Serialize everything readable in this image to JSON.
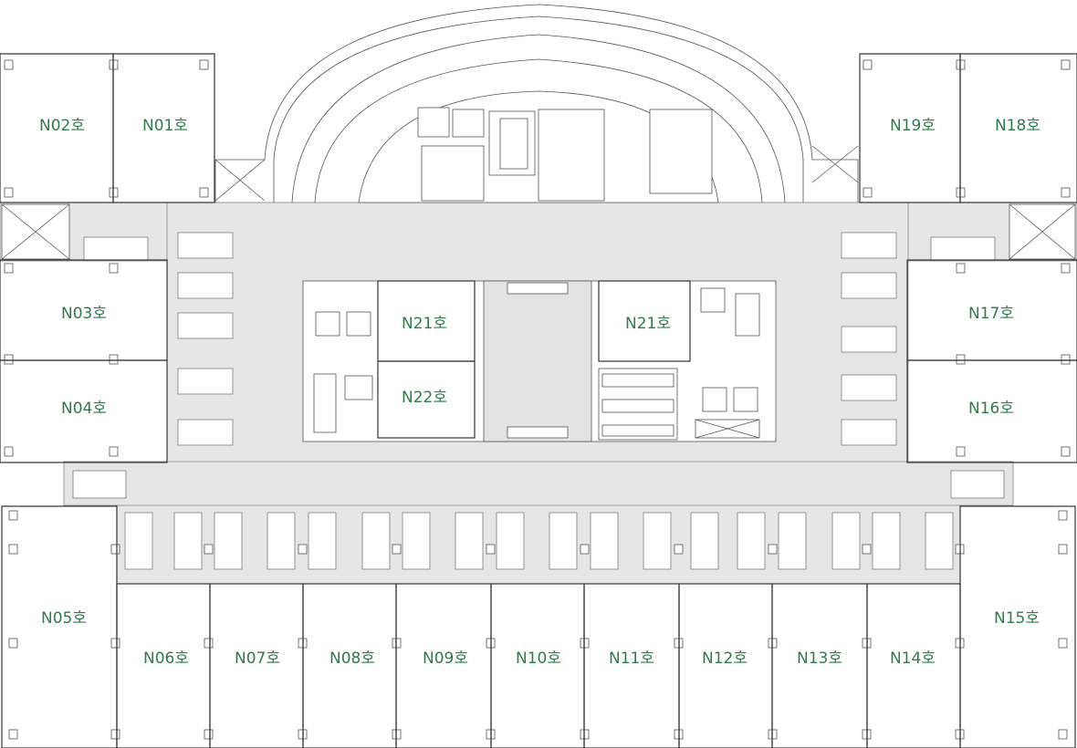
{
  "plan": {
    "units": [
      {
        "id": "n02",
        "label": "N02호"
      },
      {
        "id": "n01",
        "label": "N01호"
      },
      {
        "id": "n19",
        "label": "N19호"
      },
      {
        "id": "n18",
        "label": "N18호"
      },
      {
        "id": "n03",
        "label": "N03호"
      },
      {
        "id": "n04",
        "label": "N04호"
      },
      {
        "id": "n17",
        "label": "N17호"
      },
      {
        "id": "n16",
        "label": "N16호"
      },
      {
        "id": "n21a",
        "label": "N21호"
      },
      {
        "id": "n22",
        "label": "N22호"
      },
      {
        "id": "n21b",
        "label": "N21호"
      },
      {
        "id": "n05",
        "label": "N05호"
      },
      {
        "id": "n06",
        "label": "N06호"
      },
      {
        "id": "n07",
        "label": "N07호"
      },
      {
        "id": "n08",
        "label": "N08호"
      },
      {
        "id": "n09",
        "label": "N09호"
      },
      {
        "id": "n10",
        "label": "N10호"
      },
      {
        "id": "n11",
        "label": "N11호"
      },
      {
        "id": "n12",
        "label": "N12호"
      },
      {
        "id": "n13",
        "label": "N13호"
      },
      {
        "id": "n14",
        "label": "N14호"
      },
      {
        "id": "n15",
        "label": "N15호"
      }
    ],
    "colors": {
      "label": "#2e7d4a",
      "corridor": "#e6e6e6",
      "wall": "#333333"
    }
  }
}
